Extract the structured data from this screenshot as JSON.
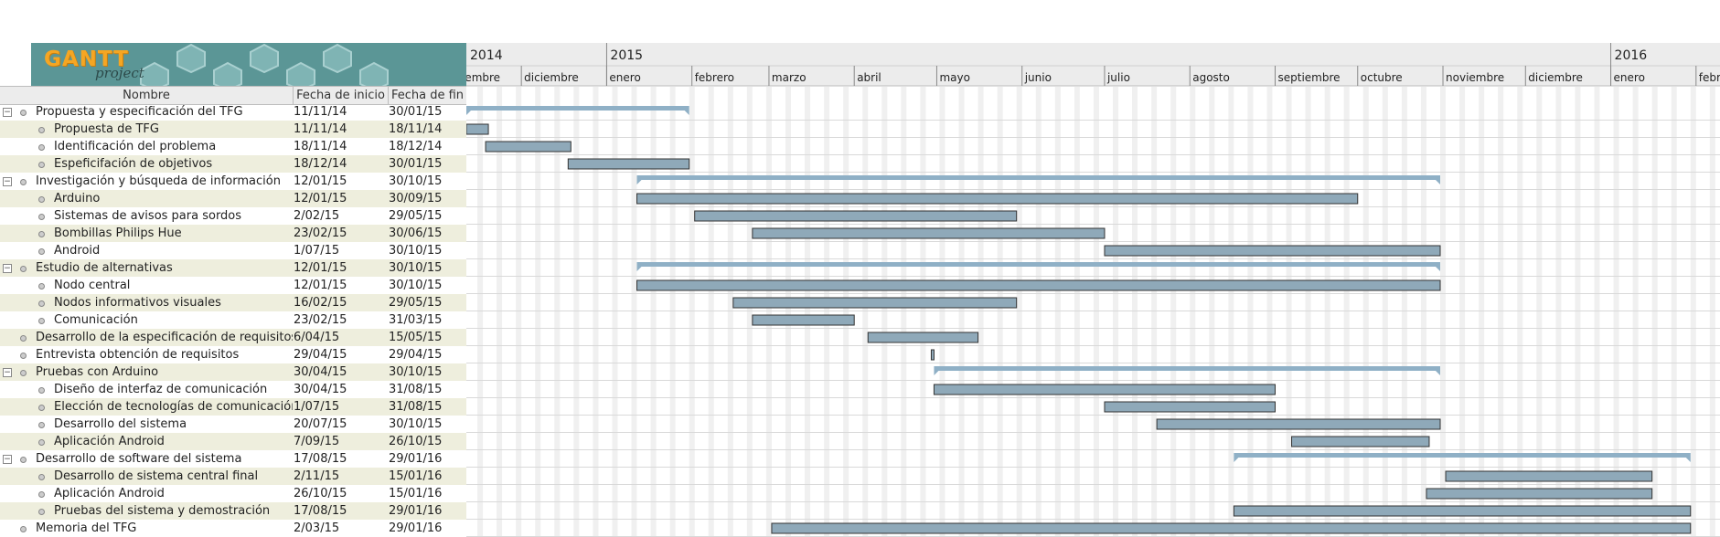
{
  "logo": {
    "word": "GANTT",
    "sub": "project"
  },
  "columns": {
    "name": "Nombre",
    "start": "Fecha de inicio",
    "end": "Fecha de fin"
  },
  "timeline": {
    "years": [
      {
        "label": "2014",
        "date": "2014-11-01"
      },
      {
        "label": "2015",
        "date": "2015-01-01"
      },
      {
        "label": "2016",
        "date": "2016-01-01"
      }
    ],
    "months": [
      {
        "label": "noviembre",
        "date": "2014-11-01"
      },
      {
        "label": "diciembre",
        "date": "2014-12-01"
      },
      {
        "label": "enero",
        "date": "2015-01-01"
      },
      {
        "label": "febrero",
        "date": "2015-02-01"
      },
      {
        "label": "marzo",
        "date": "2015-03-01"
      },
      {
        "label": "abril",
        "date": "2015-04-01"
      },
      {
        "label": "mayo",
        "date": "2015-05-01"
      },
      {
        "label": "junio",
        "date": "2015-06-01"
      },
      {
        "label": "julio",
        "date": "2015-07-01"
      },
      {
        "label": "agosto",
        "date": "2015-08-01"
      },
      {
        "label": "septiembre",
        "date": "2015-09-01"
      },
      {
        "label": "octubre",
        "date": "2015-10-01"
      },
      {
        "label": "noviembre",
        "date": "2015-11-01"
      },
      {
        "label": "diciembre",
        "date": "2015-12-01"
      },
      {
        "label": "enero",
        "date": "2016-01-01"
      },
      {
        "label": "febrero",
        "date": "2016-02-01"
      }
    ]
  },
  "colors": {
    "bar": "#8fa9b9",
    "bar_border": "#333333",
    "summary": "#8fb0c6",
    "weekend": "#f0f0f0",
    "row_line": "#d9d9d9"
  },
  "tasks": [
    {
      "name": "Propuesta y especificación del TFG",
      "start": "11/11/14",
      "end": "30/01/15",
      "summary": true,
      "level": 0
    },
    {
      "name": "Propuesta de TFG",
      "start": "11/11/14",
      "end": "18/11/14",
      "summary": false,
      "level": 1
    },
    {
      "name": "Identificación del problema",
      "start": "18/11/14",
      "end": "18/12/14",
      "summary": false,
      "level": 1
    },
    {
      "name": "Espeficifación de objetivos",
      "start": "18/12/14",
      "end": "30/01/15",
      "summary": false,
      "level": 1
    },
    {
      "name": "Investigación y búsqueda de información",
      "start": "12/01/15",
      "end": "30/10/15",
      "summary": true,
      "level": 0
    },
    {
      "name": "Arduino",
      "start": "12/01/15",
      "end": "30/09/15",
      "summary": false,
      "level": 1
    },
    {
      "name": "Sistemas de avisos para sordos",
      "start": "2/02/15",
      "end": "29/05/15",
      "summary": false,
      "level": 1
    },
    {
      "name": "Bombillas Philips Hue",
      "start": "23/02/15",
      "end": "30/06/15",
      "summary": false,
      "level": 1
    },
    {
      "name": "Android",
      "start": "1/07/15",
      "end": "30/10/15",
      "summary": false,
      "level": 1
    },
    {
      "name": "Estudio de alternativas",
      "start": "12/01/15",
      "end": "30/10/15",
      "summary": true,
      "level": 0
    },
    {
      "name": "Nodo central",
      "start": "12/01/15",
      "end": "30/10/15",
      "summary": false,
      "level": 1
    },
    {
      "name": "Nodos informativos visuales",
      "start": "16/02/15",
      "end": "29/05/15",
      "summary": false,
      "level": 1
    },
    {
      "name": "Comunicación",
      "start": "23/02/15",
      "end": "31/03/15",
      "summary": false,
      "level": 1
    },
    {
      "name": "Desarrollo de la especificación de requisitos",
      "start": "6/04/15",
      "end": "15/05/15",
      "summary": false,
      "level": 0
    },
    {
      "name": "Entrevista obtención de requisitos",
      "start": "29/04/15",
      "end": "29/04/15",
      "summary": false,
      "level": 0
    },
    {
      "name": "Pruebas con Arduino",
      "start": "30/04/15",
      "end": "30/10/15",
      "summary": true,
      "level": 0
    },
    {
      "name": "Diseño de interfaz de comunicación",
      "start": "30/04/15",
      "end": "31/08/15",
      "summary": false,
      "level": 1
    },
    {
      "name": "Elección de tecnologías de comunicación",
      "start": "1/07/15",
      "end": "31/08/15",
      "summary": false,
      "level": 1
    },
    {
      "name": "Desarrollo del sistema",
      "start": "20/07/15",
      "end": "30/10/15",
      "summary": false,
      "level": 1
    },
    {
      "name": "Aplicación Android",
      "start": "7/09/15",
      "end": "26/10/15",
      "summary": false,
      "level": 1
    },
    {
      "name": "Desarrollo de software del sistema",
      "start": "17/08/15",
      "end": "29/01/16",
      "summary": true,
      "level": 0
    },
    {
      "name": "Desarrollo de sistema central final",
      "start": "2/11/15",
      "end": "15/01/16",
      "summary": false,
      "level": 1
    },
    {
      "name": "Aplicación Android",
      "start": "26/10/15",
      "end": "15/01/16",
      "summary": false,
      "level": 1
    },
    {
      "name": "Pruebas del sistema y demostración",
      "start": "17/08/15",
      "end": "29/01/16",
      "summary": false,
      "level": 1
    },
    {
      "name": "Memoria del TFG",
      "start": "2/03/15",
      "end": "29/01/16",
      "summary": false,
      "level": 0
    }
  ]
}
